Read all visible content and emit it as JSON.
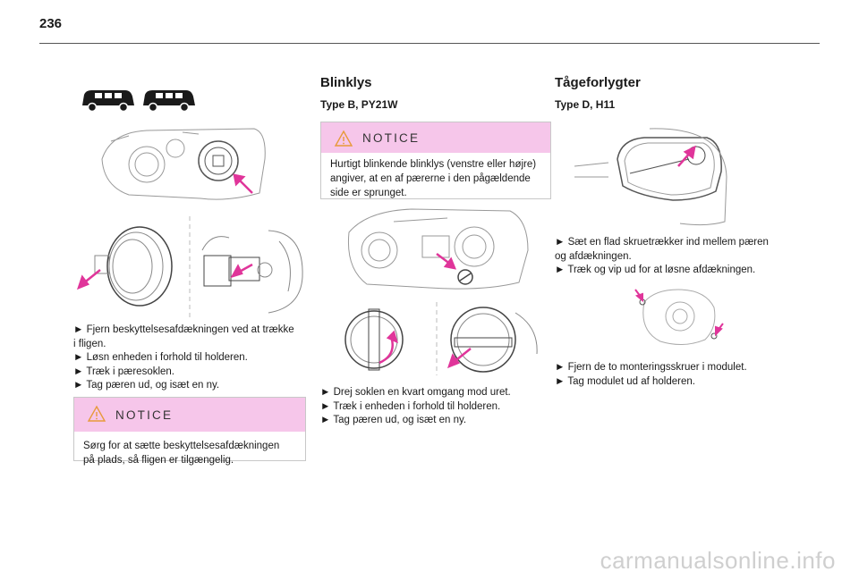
{
  "page": {
    "number": "236"
  },
  "col1": {
    "bullets": [
      "► Fjern beskyttelsesafdækningen ved at trække",
      "i fligen.",
      "► Løsn enheden i forhold til holderen.",
      "► Træk i pæresoklen.",
      "► Tag pæren ud, og isæt en ny."
    ],
    "notice": {
      "title": "NOTICE",
      "lines": [
        "Sørg for at sætte beskyttelsesafdækningen",
        "på plads, så fligen er tilgængelig."
      ]
    }
  },
  "col2": {
    "heading": "Blinklys",
    "subheading": "Type B, PY21W",
    "notice": {
      "title": "NOTICE",
      "lines": [
        "Hurtigt blinkende blinklys (venstre eller højre)",
        "angiver, at en af pærerne i den pågældende",
        "side er sprunget."
      ]
    },
    "bullets": [
      "►  Drej soklen en kvart omgang mod uret.",
      "► Træk i enheden i forhold til holderen.",
      "► Tag pæren ud, og isæt en ny."
    ]
  },
  "col3": {
    "heading": "Tågeforlygter",
    "subheading": "Type D, H11",
    "bullets_a": [
      "► Sæt en flad skruetrækker ind mellem pæren",
      "og afdækningen.",
      "► Træk og vip ud for at løsne afdækningen."
    ],
    "bullets_b": [
      "► Fjern de to monteringsskruer i modulet.",
      "► Tag modulet ud af holderen."
    ]
  },
  "watermark": "carmanualsonline.info",
  "colors": {
    "notice_band": "#f6c6ea",
    "highlight_arrow": "#e0359a",
    "rule": "#555555"
  }
}
